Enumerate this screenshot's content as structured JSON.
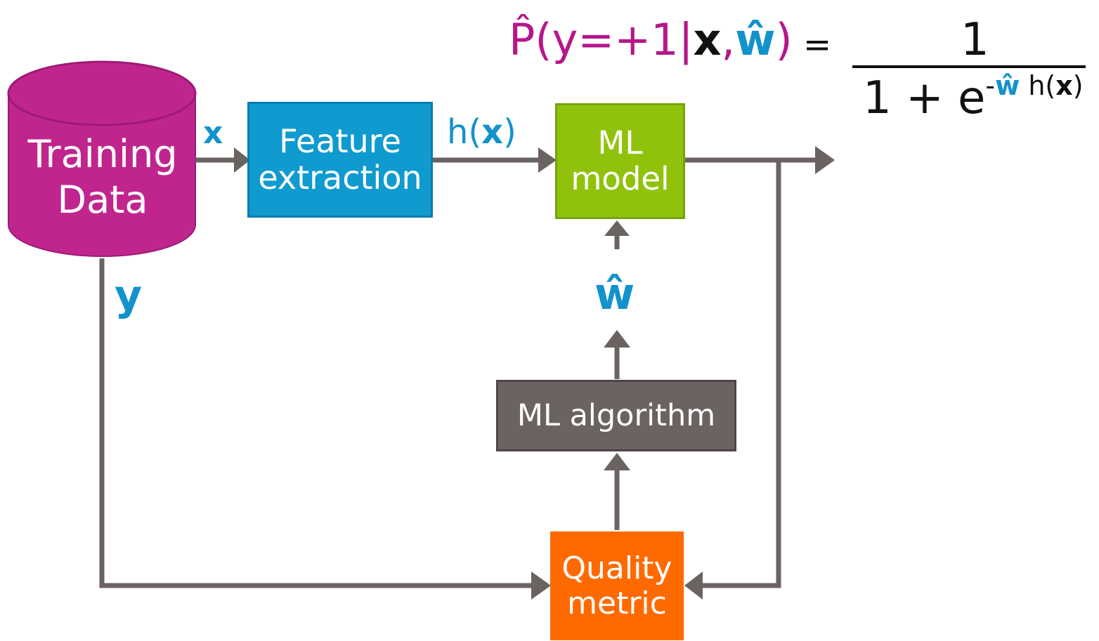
{
  "colors": {
    "training_data": "#c0258e",
    "feature_extraction": "#0f9ad0",
    "ml_model": "#90c20c",
    "ml_algorithm": "#6b6262",
    "quality_metric": "#ff6a00",
    "arrow": "#6b6262",
    "label_blue": "#1392cc",
    "formula_magenta": "#b5178b"
  },
  "nodes": {
    "training_data": {
      "line1": "Training",
      "line2": "Data"
    },
    "feature_extraction": {
      "line1": "Feature",
      "line2": "extraction"
    },
    "ml_model": {
      "line1": "ML",
      "line2": "model"
    },
    "ml_algorithm": {
      "label": "ML algorithm"
    },
    "quality_metric": {
      "line1": "Quality",
      "line2": "metric"
    }
  },
  "edge_labels": {
    "x": "x",
    "h_open": "h(",
    "h_x": "x",
    "h_close": ")",
    "y": "y",
    "w_hat": "ŵ"
  },
  "formula": {
    "lhs_p": "P̂(y=+1|",
    "lhs_x": "x",
    "lhs_comma": ",",
    "lhs_w": "ŵ",
    "lhs_close": ")",
    "equals": "=",
    "numerator": "1",
    "denominator_base": "1 + e",
    "exp_minus": "-",
    "exp_w": "ŵ",
    "exp_h": " h(",
    "exp_x": "x",
    "exp_close": ")"
  }
}
